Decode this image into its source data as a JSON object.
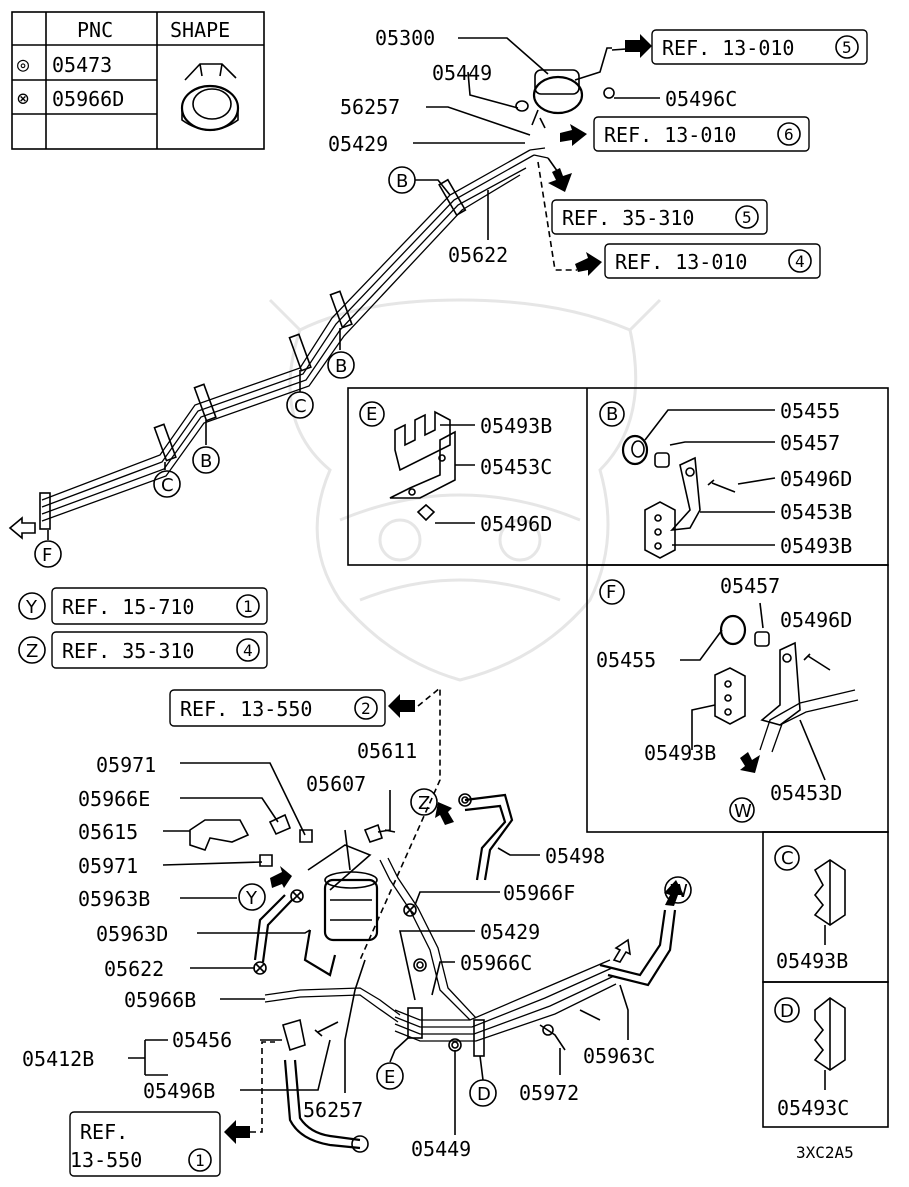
{
  "legend": {
    "header_pnc": "PNC",
    "header_shape": "SHAPE",
    "rows": [
      {
        "symbol": "◎",
        "pnc": "05473"
      },
      {
        "symbol": "⊗",
        "pnc": "05966D"
      }
    ]
  },
  "diagram_code": "3XC2A5",
  "refs": {
    "r1": {
      "text": "REF. 13-010",
      "num": "5"
    },
    "r2": {
      "text": "REF. 13-010",
      "num": "6"
    },
    "r3": {
      "text": "REF. 35-310",
      "num": "5"
    },
    "r4": {
      "text": "REF. 13-010",
      "num": "4"
    },
    "r5": {
      "text": "REF. 15-710",
      "num": "1"
    },
    "r6": {
      "text": "REF. 35-310",
      "num": "4"
    },
    "r7": {
      "text": "REF. 13-550",
      "num": "2"
    },
    "r8_line1": "REF.",
    "r8_line2": "13-550",
    "r8_num": "1"
  },
  "ref_keys": {
    "y": "Y",
    "z": "Z"
  },
  "upper": {
    "p05300": "05300",
    "p05449": "05449",
    "p56257": "56257",
    "p05429": "05429",
    "p05496C": "05496C",
    "p05622": "05622",
    "markers": {
      "b_top": "B",
      "b_mid": "B",
      "c_mid": "C",
      "b_low": "B",
      "c_low": "C",
      "f_end": "F"
    }
  },
  "detail_e": {
    "key": "E",
    "p1": "05493B",
    "p2": "05453C",
    "p3": "05496D"
  },
  "detail_b": {
    "key": "B",
    "p1": "05455",
    "p2": "05457",
    "p3": "05496D",
    "p4": "05453B",
    "p5": "05493B"
  },
  "detail_f": {
    "key": "F",
    "p1": "05457",
    "p2": "05496D",
    "p3": "05455",
    "p4": "05493B",
    "p5": "05453D",
    "w": "W"
  },
  "detail_c": {
    "key": "C",
    "p1": "05493B"
  },
  "detail_d": {
    "key": "D",
    "p1": "05493C"
  },
  "lower": {
    "p05971a": "05971",
    "p05966E": "05966E",
    "p05615": "05615",
    "p05971b": "05971",
    "p05963B": "05963B",
    "p05963D": "05963D",
    "p05622": "05622",
    "p05966B": "05966B",
    "p05456": "05456",
    "p05412B": "05412B",
    "p05496B": "05496B",
    "p05607": "05607",
    "p05611": "05611",
    "p05498": "05498",
    "p05966F": "05966F",
    "p05429": "05429",
    "p05966C": "05966C",
    "p05963C": "05963C",
    "p05972": "05972",
    "p56257": "56257",
    "p05449": "05449",
    "markers": {
      "y": "Y",
      "z": "Z",
      "w": "W",
      "e": "E",
      "d": "D"
    }
  }
}
